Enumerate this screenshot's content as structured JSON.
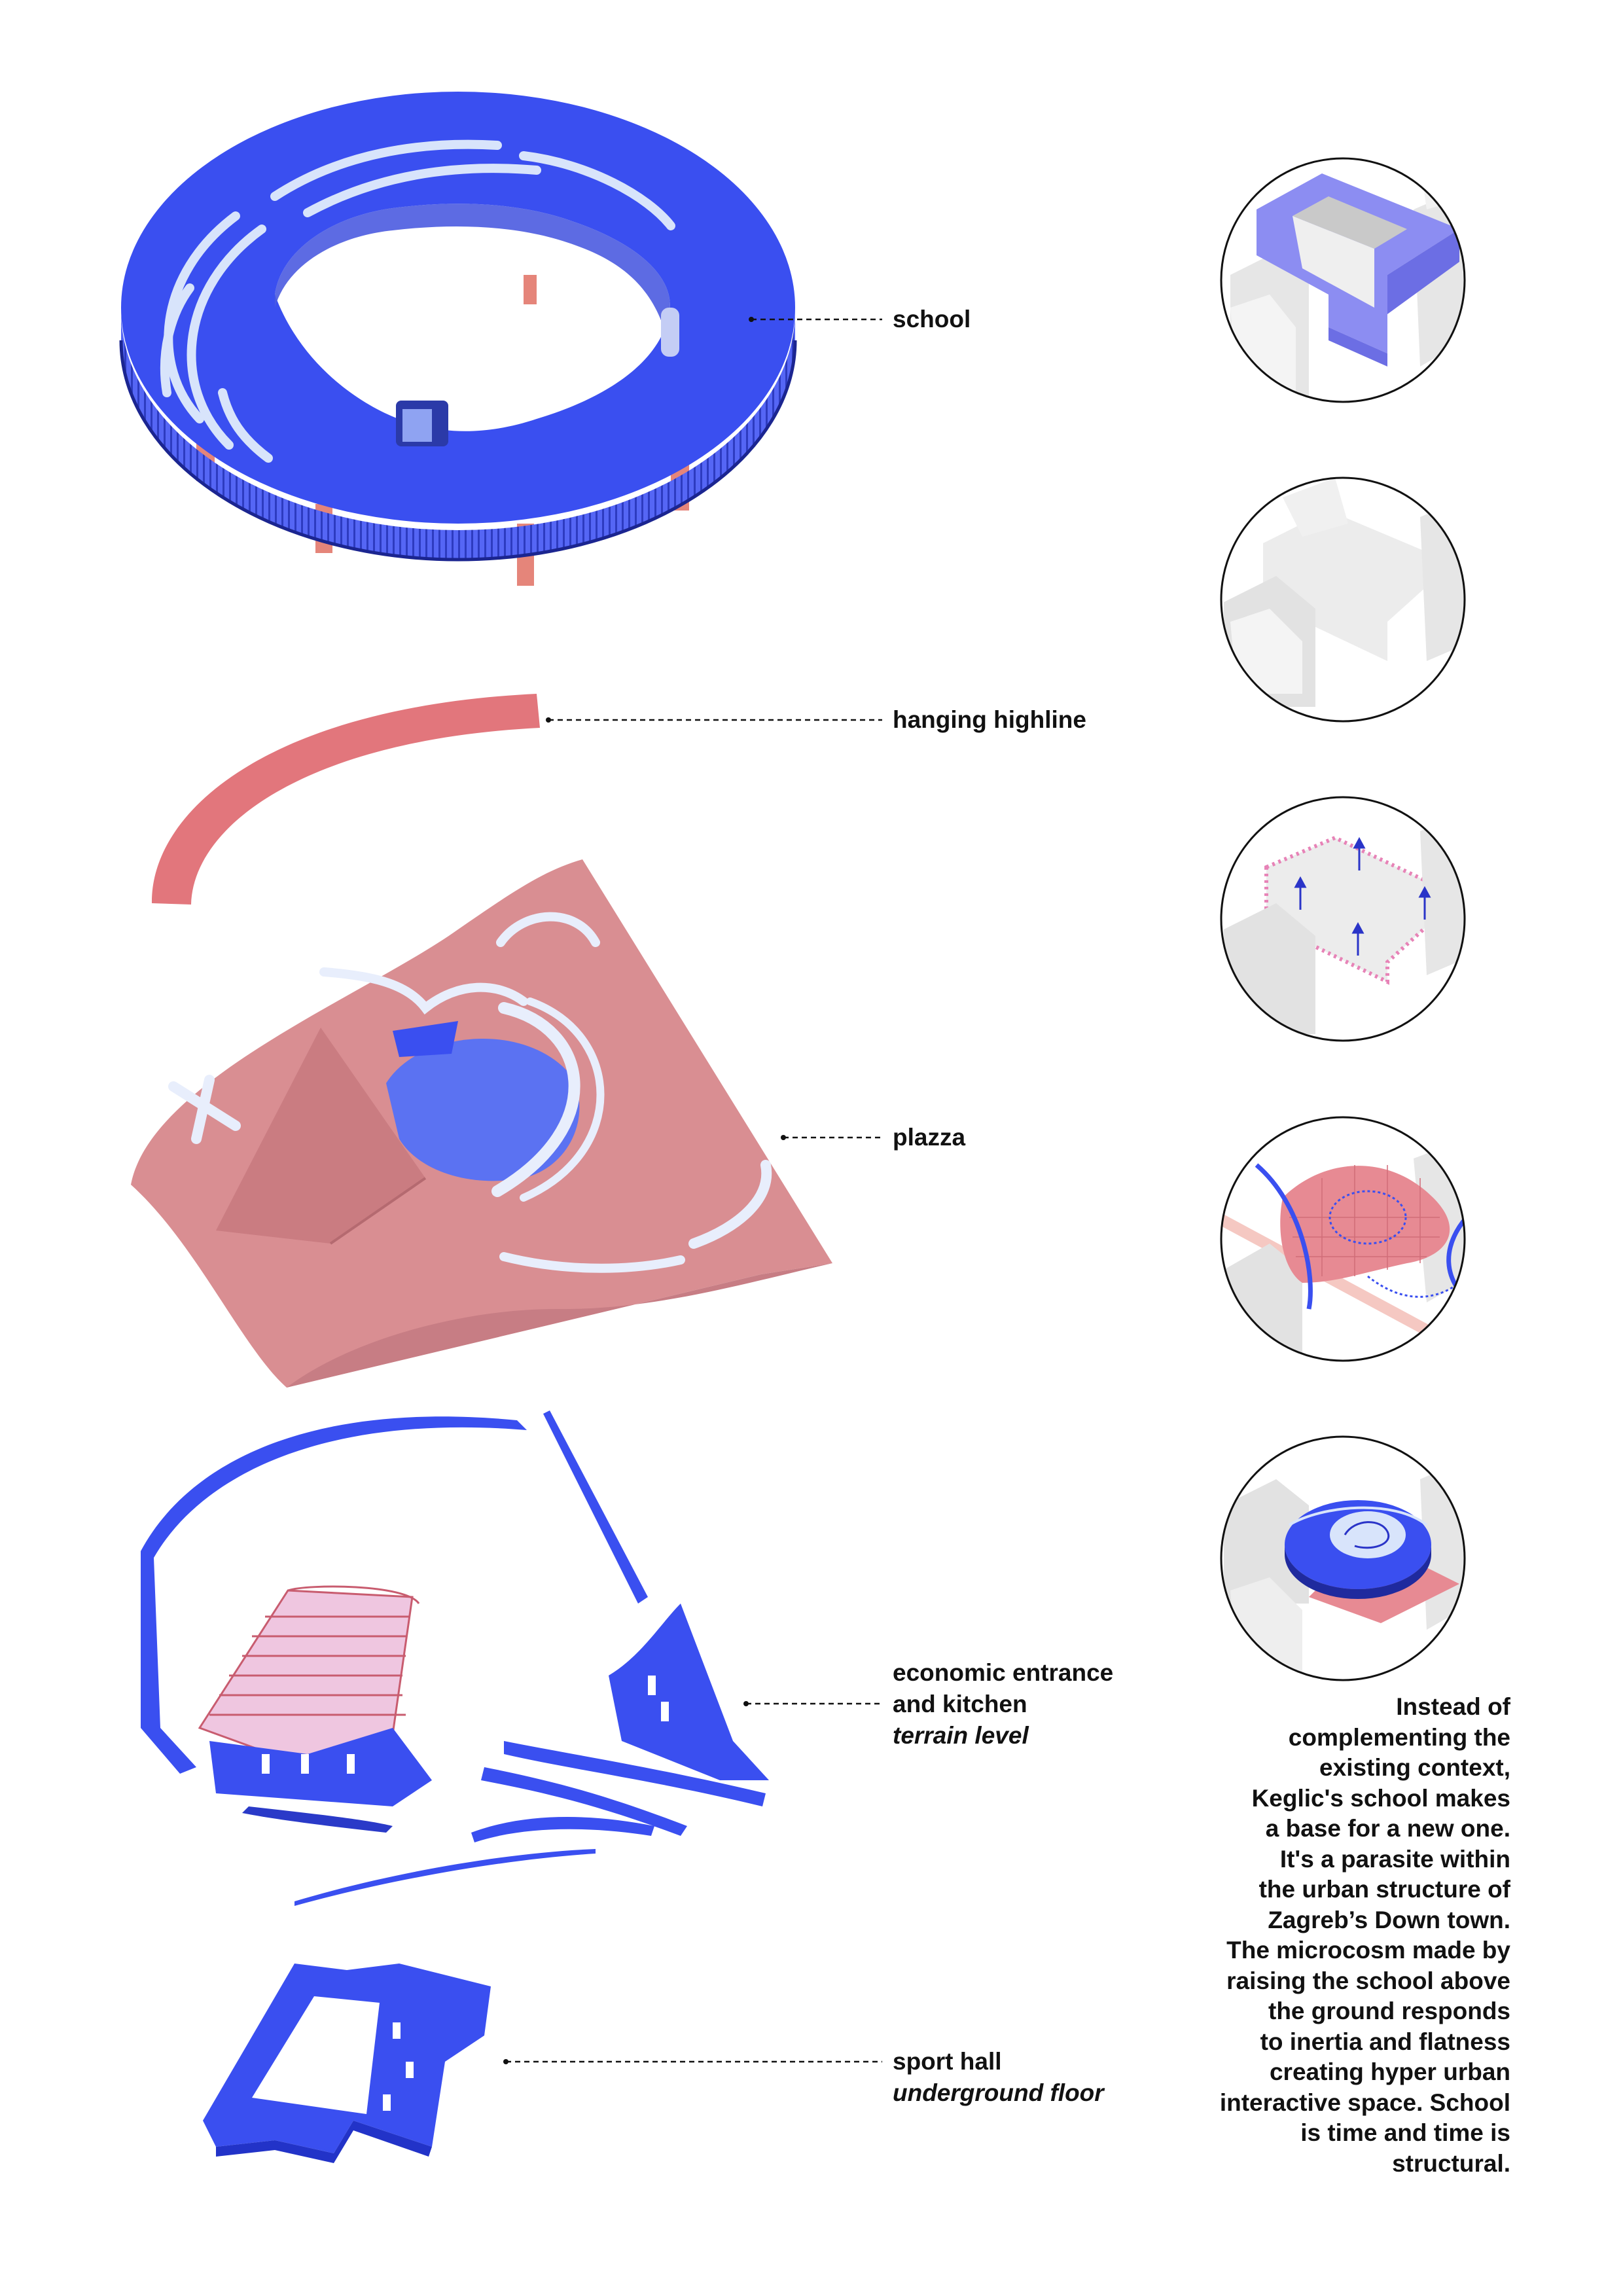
{
  "labels": {
    "school": "school",
    "highline": "hanging highline",
    "plazza": "plazza",
    "economic_line1": "economic entrance",
    "economic_line2": "and kitchen",
    "economic_level": "terrain level",
    "sport_hall": "sport hall",
    "sport_level": "underground floor"
  },
  "description": "Instead of\ncomplementing the\nexisting context,\nKeglic's school makes\na base for a new one.\nIt's a parasite within\nthe urban structure of\nZagreb’s Down town.\nThe microcosm made by\nraising the school above\nthe ground responds\nto inertia and flatness\ncreating hyper urban\ninteractive space. School\nis time and time is\nstructural.",
  "colors": {
    "blue": "#3a4ff0",
    "blue_dark": "#2233c8",
    "pink": "#d98e92",
    "pink_highline": "#e2767c",
    "light_blue_stripe": "#d6e2fb",
    "context_grey": "#e9e9e9",
    "ink": "#111111"
  }
}
